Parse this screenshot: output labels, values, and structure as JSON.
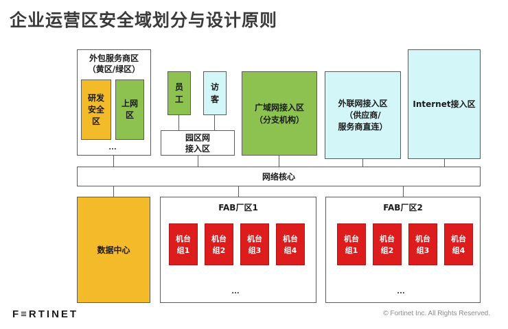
{
  "title": "企业运营区安全域划分与设计原则",
  "outsourcing": {
    "title": "外包服务商区",
    "subtitle": "（黄区/绿区）",
    "rd_zone": "研发\n安全\n区",
    "internet_zone": "上网\n区",
    "ellipsis": "…"
  },
  "employee": "员\n工",
  "visitor": "访\n客",
  "campus_access": "园区网\n接入区",
  "wan_access": "广域网接入区\n（分支机构）",
  "extranet_access": "外联网接入区\n（供应商/\n服务商直连）",
  "internet_access": "Internet接入区",
  "network_core": "网络核心",
  "data_center": "数据中心",
  "fab1": {
    "title": "FAB厂区1",
    "groups": [
      "机台\n组1",
      "机台\n组2",
      "机台\n组3",
      "机台\n组4"
    ],
    "ellipsis": "…"
  },
  "fab2": {
    "title": "FAB厂区2",
    "groups": [
      "机台\n组1",
      "机台\n组2",
      "机台\n组3",
      "机台\n组4"
    ],
    "ellipsis": "…"
  },
  "footer": {
    "logo": "F≡RTINET",
    "copyright": "© Fortinet Inc. All Rights Reserved."
  },
  "colors": {
    "green": "#8dc150",
    "cyan": "#d3f7f9",
    "orange": "#f3bb29",
    "red": "#dd1d1d"
  }
}
